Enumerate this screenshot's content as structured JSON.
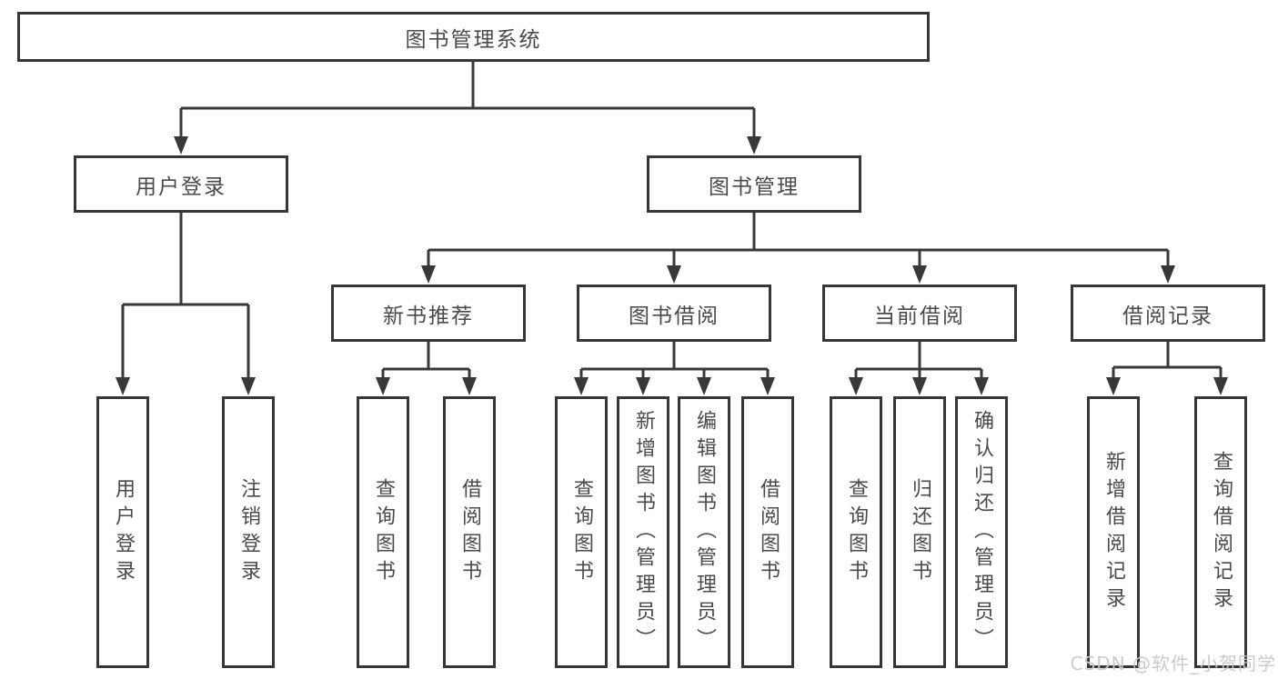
{
  "tree": {
    "label": "图书管理系统",
    "children": [
      {
        "label": "用户登录",
        "children": [
          {
            "label": "用户登录"
          },
          {
            "label": "注销登录"
          }
        ]
      },
      {
        "label": "图书管理",
        "children": [
          {
            "label": "新书推荐",
            "children": [
              {
                "label": "查询图书"
              },
              {
                "label": "借阅图书"
              }
            ]
          },
          {
            "label": "图书借阅",
            "children": [
              {
                "label": "查询图书"
              },
              {
                "label": "新增图书（管理员）"
              },
              {
                "label": "编辑图书（管理员）"
              },
              {
                "label": "借阅图书"
              }
            ]
          },
          {
            "label": "当前借阅",
            "children": [
              {
                "label": "查询图书"
              },
              {
                "label": "归还图书"
              },
              {
                "label": "确认归还（管理员）"
              }
            ]
          },
          {
            "label": "借阅记录",
            "children": [
              {
                "label": "新增借阅记录"
              },
              {
                "label": "查询借阅记录"
              }
            ]
          }
        ]
      }
    ]
  },
  "watermark": "CSDN @软件_小贺同学",
  "colors": {
    "line": "#383838",
    "box_border": "#363636",
    "text": "#4a4a4a",
    "watermark": "#c8c8c8",
    "background": "#ffffff"
  }
}
